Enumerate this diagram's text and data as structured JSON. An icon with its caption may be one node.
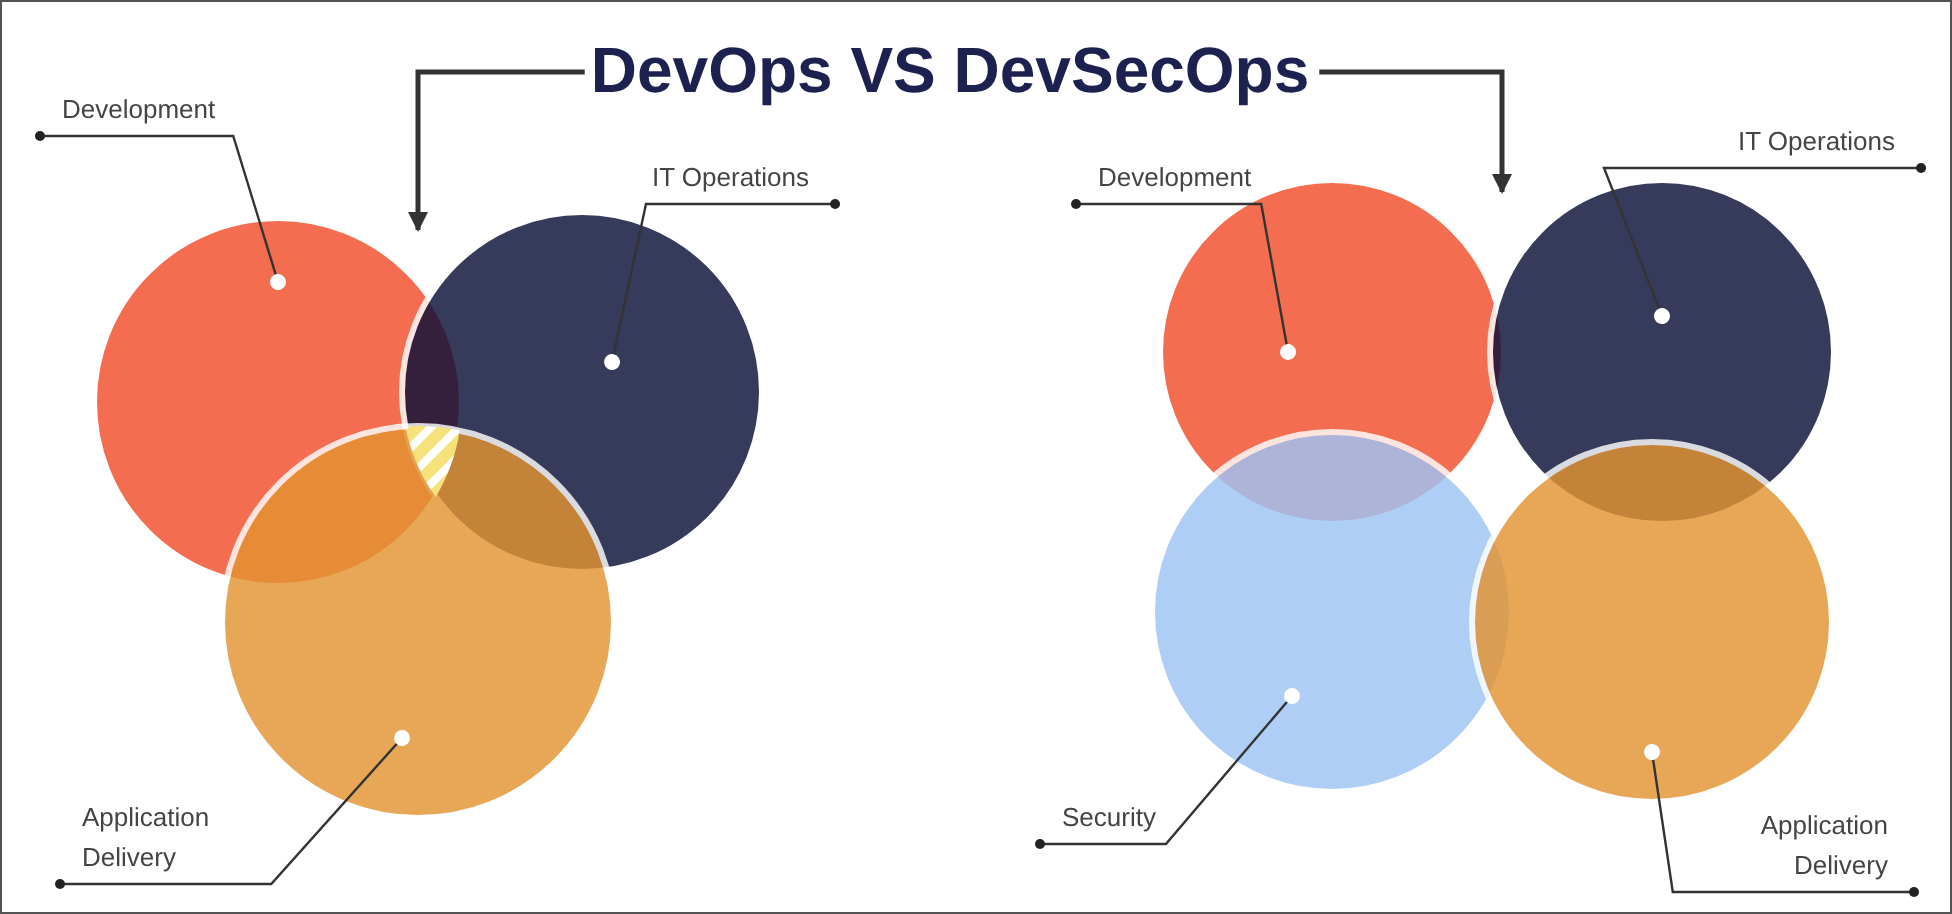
{
  "diagram": {
    "nodes": [
      {
        "text": [
          "DevOps VS DevSecOps"
        ]
      },
      {
        "text": [
          "Development"
        ]
      },
      {
        "text": [
          "IT Operations"
        ]
      },
      {
        "text": [
          "Application Delivery"
        ]
      },
      {
        "text": [],
        "shape": "circle"
      },
      {
        "text": [],
        "shape": "circle"
      },
      {
        "text": [],
        "shape": "circle"
      },
      {
        "text": [
          "Development"
        ]
      },
      {
        "text": [
          "IT Operations"
        ]
      },
      {
        "text": [
          "Security"
        ]
      },
      {
        "text": [
          "Application Delivery"
        ]
      },
      {
        "text": [],
        "shape": "circle"
      },
      {
        "text": [],
        "shape": "circle"
      },
      {
        "text": [],
        "shape": "circle"
      },
      {
        "text": [],
        "shape": "circle"
      }
    ],
    "edges": [
      {
        "from": 0,
        "to": 4,
        "arrow": "to"
      },
      {
        "from": 0,
        "to": 12,
        "arrow": "to"
      },
      {
        "from": 1,
        "to": 4,
        "arrow": "other"
      },
      {
        "from": 2,
        "to": 5,
        "arrow": "other"
      },
      {
        "from": 3,
        "to": 6,
        "arrow": "other"
      },
      {
        "from": 7,
        "to": 11,
        "arrow": "other"
      },
      {
        "from": 8,
        "to": 12,
        "arrow": "other"
      },
      {
        "from": 9,
        "to": 13,
        "arrow": "other"
      },
      {
        "from": 10,
        "to": 14,
        "arrow": "other"
      }
    ]
  }
}
